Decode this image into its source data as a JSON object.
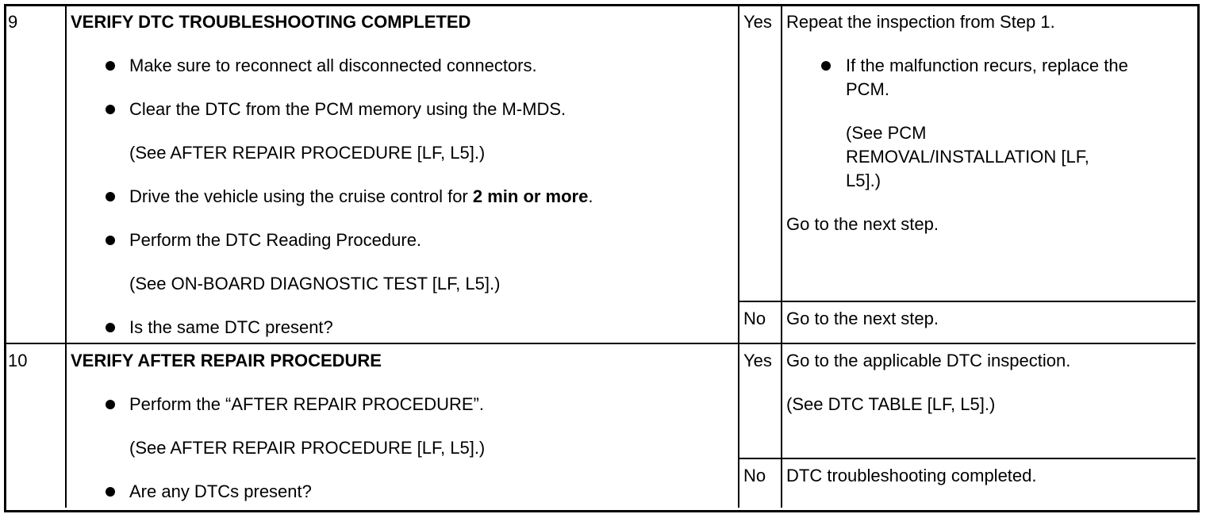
{
  "rows": [
    {
      "step": "9",
      "title": "VERIFY DTC TROUBLESHOOTING COMPLETED",
      "items": [
        "Make sure to reconnect all disconnected connectors.",
        "Clear the DTC from the PCM memory using the M-MDS.",
        "(See AFTER REPAIR PROCEDURE [LF, L5].)",
        "Drive the vehicle using the cruise control for ",
        "2 min or more",
        ".",
        "Perform the DTC Reading Procedure.",
        "(See ON-BOARD DIAGNOSTIC TEST [LF, L5].)",
        "Is the same DTC present?"
      ],
      "yes_label": "Yes",
      "yes_text": [
        "Repeat the inspection from Step 1.",
        "If the malfunction recurs, replace the",
        "PCM.",
        "(See PCM",
        "REMOVAL/INSTALLATION [LF,",
        "L5].)",
        "Go to the next step."
      ],
      "no_label": "No",
      "no_text": "Go to the next step."
    },
    {
      "step": "10",
      "title": "VERIFY AFTER REPAIR PROCEDURE",
      "items": [
        "Perform the “AFTER REPAIR PROCEDURE”.",
        "(See AFTER REPAIR PROCEDURE [LF, L5].)",
        "Are any DTCs present?"
      ],
      "yes_label": "Yes",
      "yes_text": [
        "Go to the applicable DTC inspection.",
        "(See DTC TABLE [LF, L5].)"
      ],
      "no_label": "No",
      "no_text": "DTC troubleshooting completed."
    }
  ]
}
